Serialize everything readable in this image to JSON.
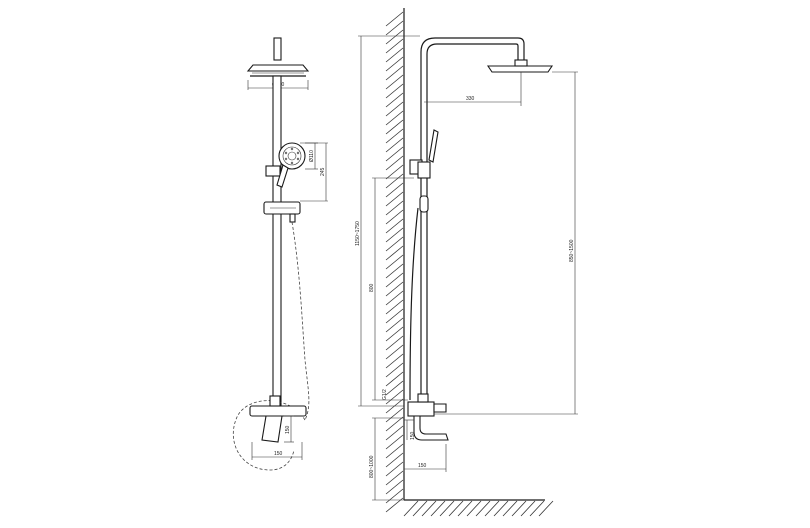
{
  "front_view": {
    "head_dia": "Ø230",
    "hand_dia": "Ø110",
    "hand_len": "245",
    "outlet_gap": "150",
    "mixer_width": "150"
  },
  "side_view": {
    "arm_reach": "330",
    "total_height": "1150~1750",
    "bar_height": "800",
    "connector": "G1/2",
    "spout_reach": "150",
    "head_height": "850~1500",
    "mount_height": "800~1000",
    "spout_drop": "150"
  }
}
